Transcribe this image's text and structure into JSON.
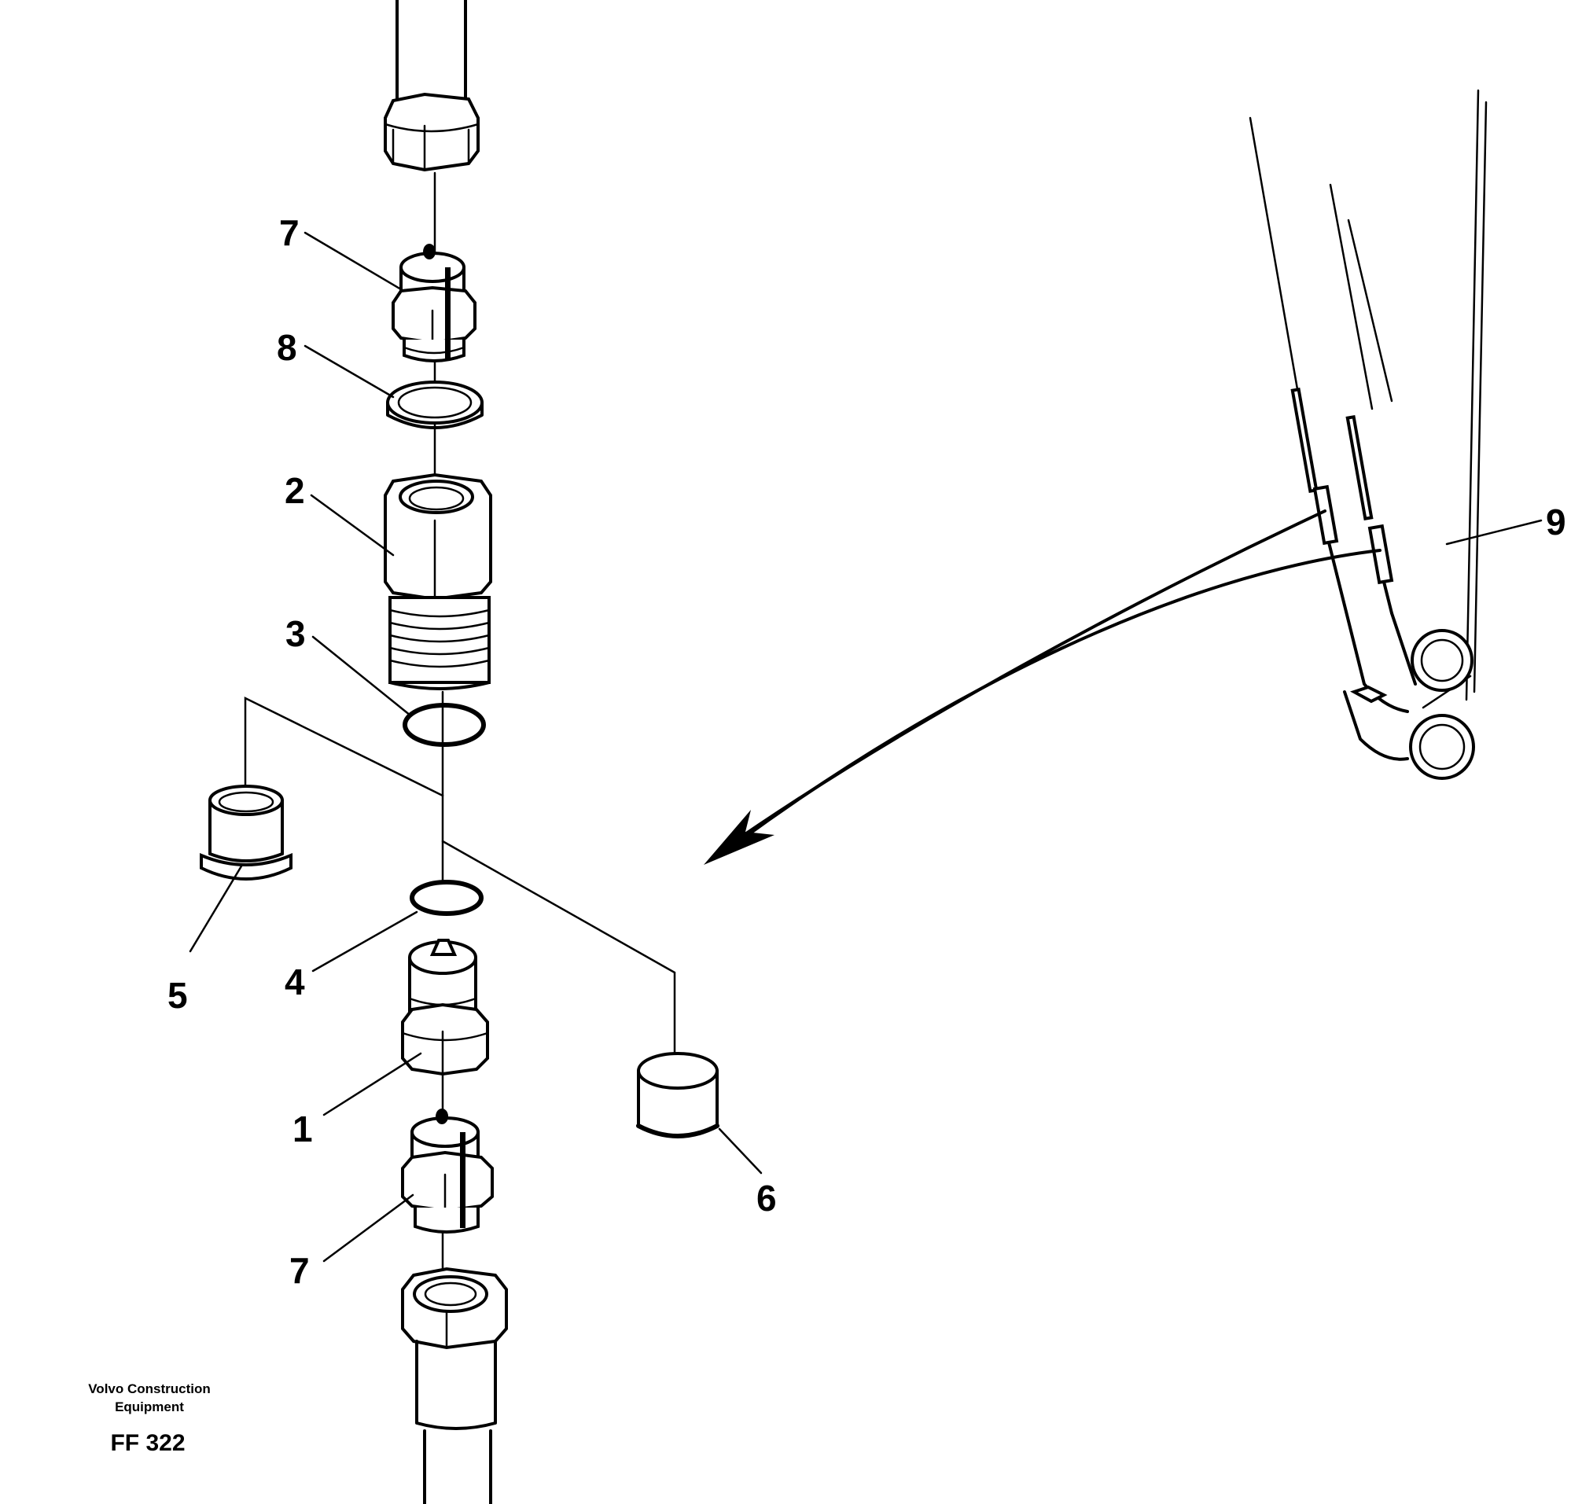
{
  "diagram": {
    "callouts": {
      "c1": "1",
      "c2": "2",
      "c3": "3",
      "c4": "4",
      "c5": "5",
      "c6": "6",
      "c7_top": "7",
      "c7_bottom": "7",
      "c8": "8",
      "c9": "9"
    },
    "footer": {
      "brand_line1": "Volvo Construction",
      "brand_line2": "Equipment",
      "figure_code": "FF 322"
    }
  }
}
